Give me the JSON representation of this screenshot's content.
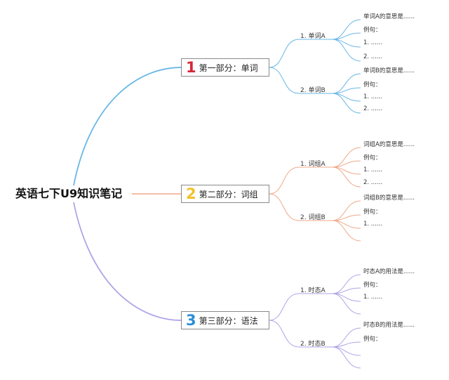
{
  "root": "英语七下U9知识笔记",
  "sections": [
    {
      "num": "1",
      "num_color": "#d6273a",
      "label": "第一部分：单词",
      "line_color": "#6ab7e6",
      "items": [
        {
          "label": "1. 单词A",
          "leaves": [
            "单词A的意思是......",
            "例句：",
            "1. ......",
            "2. ......"
          ]
        },
        {
          "label": "2. 单词B",
          "leaves": [
            "单词B的意思是......",
            "例句：",
            "1. ......",
            "2. ......"
          ]
        }
      ]
    },
    {
      "num": "2",
      "num_color": "#f2c12a",
      "label": "第二部分：词组",
      "line_color": "#f0a98a",
      "items": [
        {
          "label": "1. 词组A",
          "leaves": [
            "词组A的意思是......",
            "例句：",
            "1. ......",
            "2. ......"
          ]
        },
        {
          "label": "2. 词组B",
          "leaves": [
            "词组B的意思是......",
            "例句：",
            "1. ......",
            ""
          ]
        }
      ]
    },
    {
      "num": "3",
      "num_color": "#2b8fd6",
      "label": "第三部分：语法",
      "line_color": "#b0a3e6",
      "items": [
        {
          "label": "1. 时态A",
          "leaves": [
            "时态A的用法是......",
            "例句：",
            "1. ......",
            ""
          ]
        },
        {
          "label": "2. 时态B",
          "leaves": [
            "时态B的用法是......",
            "例句：",
            "",
            ""
          ]
        }
      ]
    }
  ]
}
